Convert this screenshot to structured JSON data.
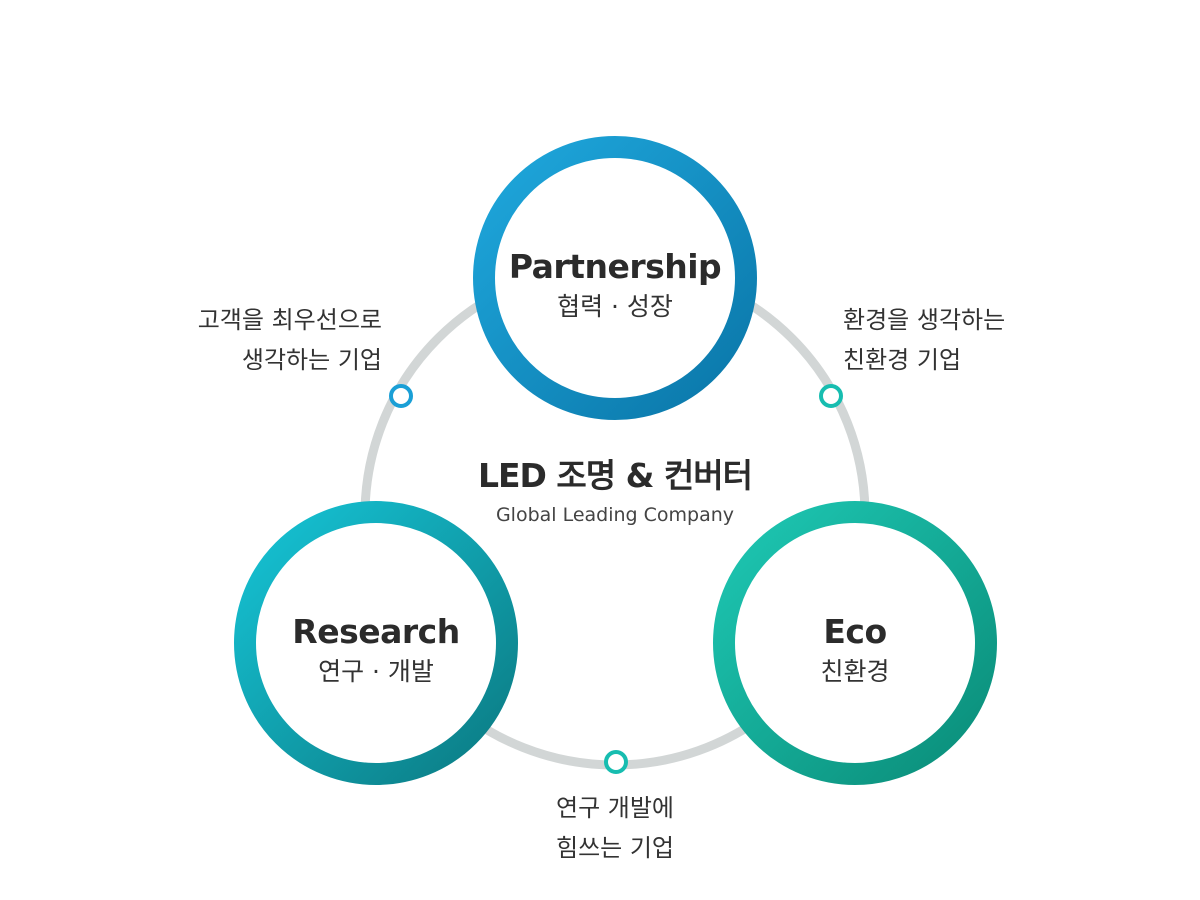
{
  "center": {
    "title": "LED 조명 & 컨버터",
    "subtitle": "Global Leading Company"
  },
  "nodes": {
    "partnership": {
      "title": "Partnership",
      "subtitle": "협력 · 성장"
    },
    "research": {
      "title": "Research",
      "subtitle": "연구 · 개발"
    },
    "eco": {
      "title": "Eco",
      "subtitle": "친환경"
    }
  },
  "features": {
    "customer": {
      "line1": "고객을 최우선으로",
      "line2": "생각하는 기업"
    },
    "environment": {
      "line1": "환경을 생각하는",
      "line2": "친환경 기업"
    },
    "rnd": {
      "line1": "연구 개발에",
      "line2": "힘쓰는 기업"
    }
  },
  "colors": {
    "ring": "#d2d6d6",
    "partnership_start": "#1fa8dd",
    "partnership_end": "#0a76a8",
    "research_start": "#16c4d6",
    "research_end": "#0b7a82",
    "eco_start": "#1ec8b4",
    "eco_end": "#0a8c78",
    "marker_blue": "#1a9fd6",
    "marker_teal": "#17bdb0"
  }
}
